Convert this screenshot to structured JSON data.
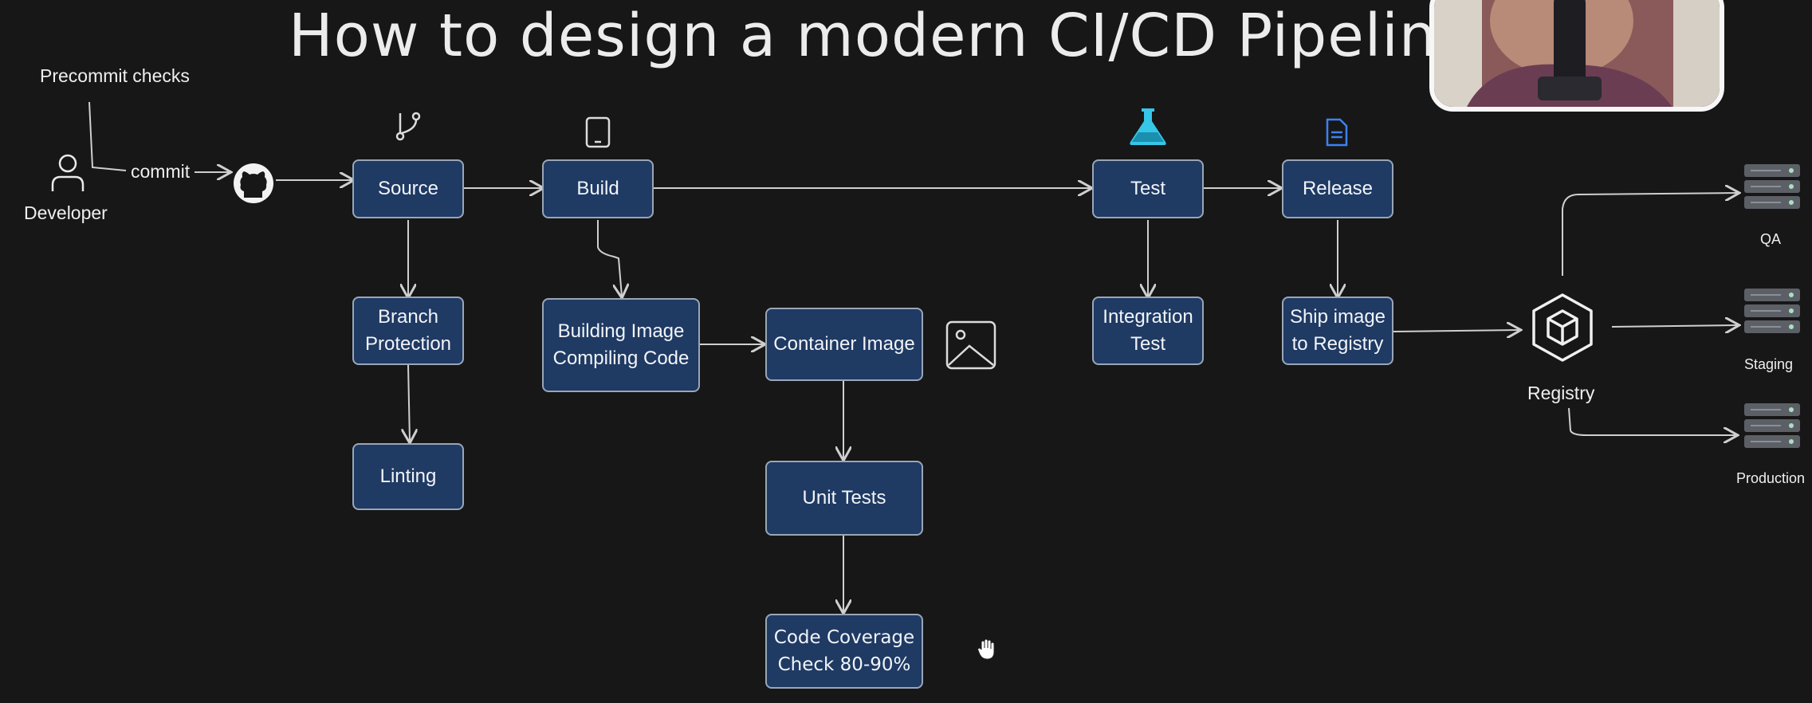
{
  "title": "How to design a modern CI/CD Pipeline",
  "developer": {
    "label": "Developer",
    "precommit": "Precommit checks",
    "commit": "commit"
  },
  "stages": {
    "source": "Source",
    "build": "Build",
    "test": "Test",
    "release": "Release"
  },
  "steps": {
    "branch_protection": "Branch\nProtection",
    "linting": "Linting",
    "building_image": "Building Image\nCompiling Code",
    "container_image": "Container Image",
    "unit_tests": "Unit Tests",
    "code_coverage": "Code Coverage\nCheck 80-90%",
    "integration_test": "Integration\nTest",
    "ship_image": "Ship image\nto Registry"
  },
  "registry": {
    "label": "Registry"
  },
  "environments": {
    "qa": "QA",
    "staging": "Staging",
    "production": "Production"
  },
  "icons": {
    "developer": "person-icon",
    "github": "github-icon",
    "source": "git-branch-icon",
    "build": "tablet-icon",
    "test": "flask-icon",
    "release": "document-icon",
    "container": "image-icon",
    "registry": "cube-icon",
    "servers": "server-icon",
    "cursor": "hand-cursor-icon"
  },
  "colors": {
    "box_fill": "#1f3a63",
    "box_border": "#9aa6b8",
    "background": "#171717",
    "flask": "#35c6e8",
    "doc": "#3b82f6"
  }
}
